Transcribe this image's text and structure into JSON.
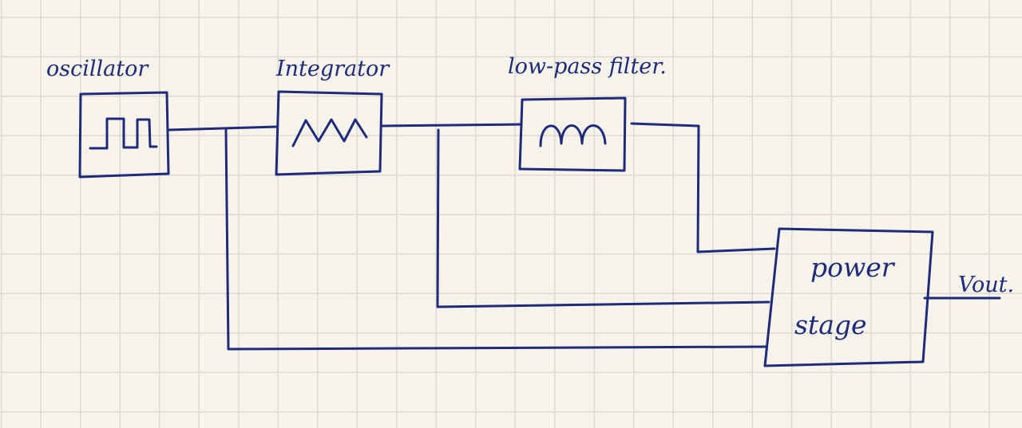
{
  "diagram": {
    "blocks": {
      "oscillator": {
        "label": "oscillator",
        "waveform": "square-wave-icon"
      },
      "integrator": {
        "label": "Integrator",
        "waveform": "triangle-wave-icon"
      },
      "lowpass": {
        "label": "low-pass filter.",
        "waveform": "sine-wave-icon"
      },
      "power": {
        "label_line1": "power",
        "label_line2": "stage"
      }
    },
    "output": {
      "label": "Vout."
    }
  },
  "colors": {
    "ink": "#1f2a7a",
    "paper": "#f5f3ea",
    "grid": "#dcdbd2"
  }
}
